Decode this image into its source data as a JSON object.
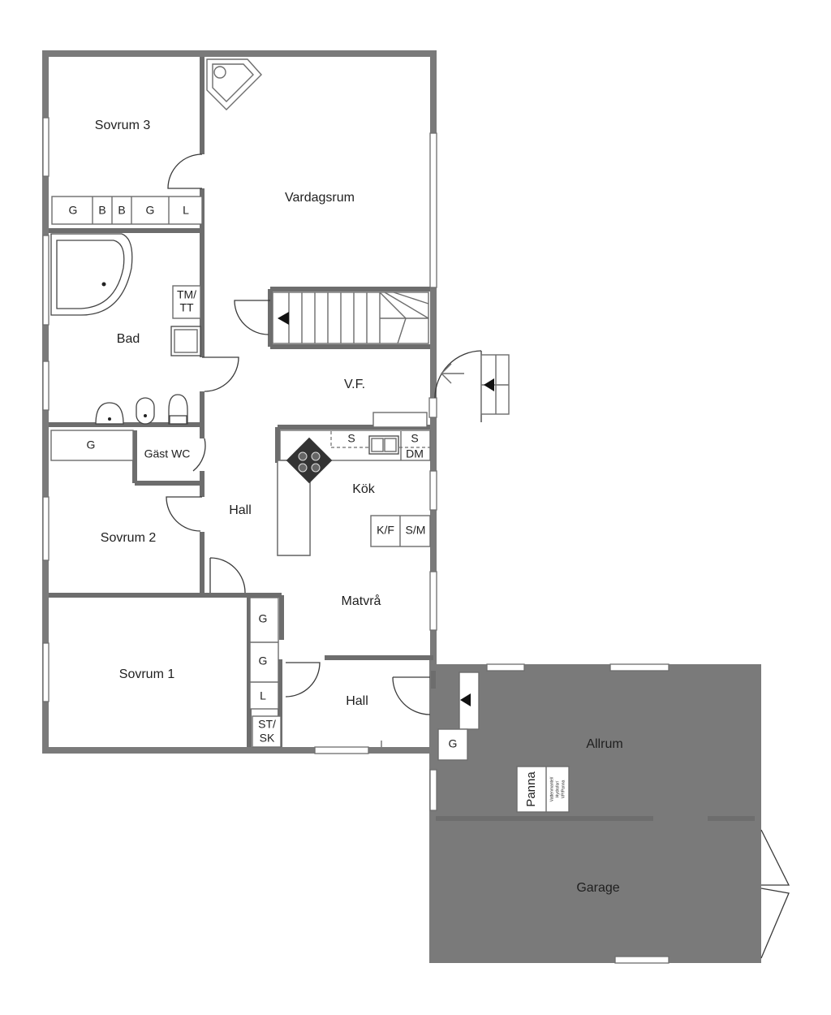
{
  "rooms": {
    "sovrum3": "Sovrum 3",
    "vardagsrum": "Vardagsrum",
    "bad": "Bad",
    "vf": "V.F.",
    "gast_wc": "Gäst WC",
    "kok": "Kök",
    "hall_main": "Hall",
    "sovrum2": "Sovrum 2",
    "matvra": "Matvrå",
    "sovrum1": "Sovrum 1",
    "hall_entry": "Hall",
    "allrum": "Allrum",
    "garage": "Garage"
  },
  "storage": {
    "wardrobe_row": [
      "G",
      "B",
      "B",
      "G",
      "L"
    ],
    "tm_tt": [
      "TM/",
      "TT"
    ],
    "gast_g": "G",
    "kitchen_s_left": "S",
    "kitchen_s_right": "S",
    "kitchen_dm": "DM",
    "kitchen_kf": "K/F",
    "kitchen_sm": "S/M",
    "hall_closets": [
      "G",
      "G",
      "L"
    ],
    "st_sk": [
      "ST/",
      "SK"
    ],
    "allrum_g": "G"
  },
  "equipment": {
    "panna": "Panna",
    "heater_note": [
      "Vattenmantel/",
      "Hydrofor/",
      "VP/Panna"
    ]
  }
}
